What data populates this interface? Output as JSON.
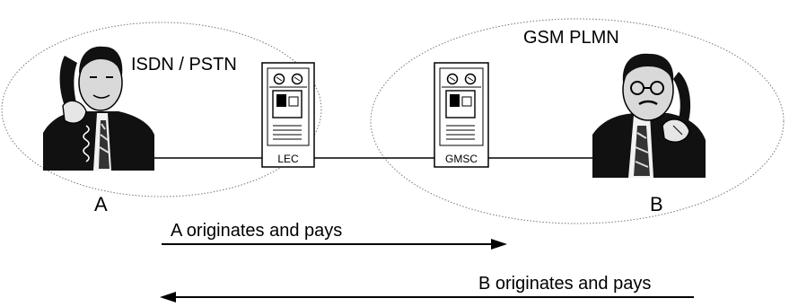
{
  "networks": {
    "left_label": "ISDN / PSTN",
    "right_label": "GSM PLMN"
  },
  "nodes": {
    "lec_label": "LEC",
    "gmsc_label": "GMSC"
  },
  "parties": {
    "a_label": "A",
    "b_label": "B"
  },
  "arrows": {
    "a_to_b_label": "A originates and pays",
    "b_to_a_label": "B originates and pays"
  },
  "colors": {
    "line": "#000000",
    "ellipse": "#777777",
    "background": "#ffffff"
  }
}
